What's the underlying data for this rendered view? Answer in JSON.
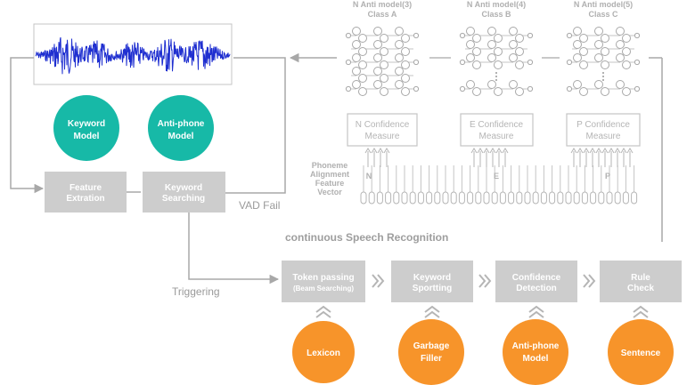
{
  "top_left": {
    "keyword_model": [
      "Keyword",
      "Model"
    ],
    "anti_phone_model": [
      "Anti-phone",
      "Model"
    ],
    "feature_extraction": [
      "Feature",
      "Extration"
    ],
    "keyword_searching": [
      "Keyword",
      "Searching"
    ],
    "vad_fail": "VAD Fail"
  },
  "anti_models": [
    {
      "title": "N Anti model(3)",
      "class": "Class A",
      "measure": [
        "N Confidence",
        "Measure"
      ],
      "tag": "N"
    },
    {
      "title": "N Anti model(4)",
      "class": "Class B",
      "measure": [
        "E Confidence",
        "Measure"
      ],
      "tag": "E"
    },
    {
      "title": "N Anti model(5)",
      "class": "Class C",
      "measure": [
        "P Confidence",
        "Measure"
      ],
      "tag": "P"
    }
  ],
  "feature_vector_label": [
    "Phoneme",
    "Alignment",
    "Feature",
    "Vector"
  ],
  "csr": {
    "title": "continuous Speech Recognition",
    "triggering": "Triggering",
    "steps": [
      {
        "lines": [
          "Token passing",
          "(Beam Searching)"
        ]
      },
      {
        "lines": [
          "Keyword",
          "Sportting"
        ]
      },
      {
        "lines": [
          "Confidence",
          "Detection"
        ]
      },
      {
        "lines": [
          "Rule",
          "Check"
        ]
      }
    ],
    "resources": [
      [
        "Lexicon"
      ],
      [
        "Garbage",
        "Filler"
      ],
      [
        "Anti-phone",
        "Model"
      ],
      [
        "Sentence"
      ]
    ]
  },
  "colors": {
    "teal": "#17b9a7",
    "orange": "#f7942a",
    "box_gray": "#cdcdcd",
    "line_gray": "#a8a8a8",
    "wave_blue": "#1f2fd0"
  }
}
